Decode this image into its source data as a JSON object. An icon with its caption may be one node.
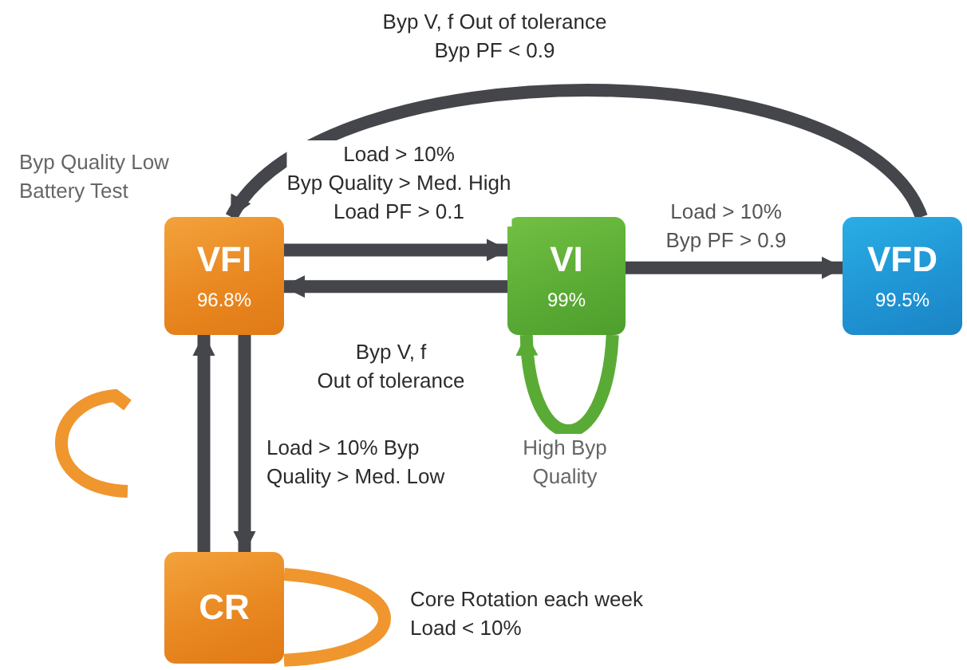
{
  "diagram": {
    "nodes": [
      {
        "text": [
          "VFI",
          "96.8%"
        ]
      },
      {
        "text": [
          "VI",
          "99%"
        ]
      },
      {
        "text": [
          "VFD",
          "99.5%"
        ]
      },
      {
        "text": [
          "CR"
        ]
      }
    ],
    "edges": [
      {
        "from": 2,
        "to": 0,
        "arrow": "to",
        "label": "Byp V, f Out of tolerance Byp PF < 0.9"
      },
      {
        "from": 0,
        "to": 1,
        "arrow": "to",
        "label": "Load > 10% Byp Quality > Med. High Load PF > 0.1"
      },
      {
        "from": 1,
        "to": 0,
        "arrow": "to",
        "label": "Byp V, f Out of tolerance"
      },
      {
        "from": 1,
        "to": 2,
        "arrow": "to",
        "label": "Load > 10% Byp PF > 0.9"
      },
      {
        "from": 1,
        "to": 1,
        "arrow": "to",
        "label": "High Byp Quality",
        "color": "#5aab35"
      },
      {
        "from": 3,
        "to": 0,
        "arrow": "to"
      },
      {
        "from": 0,
        "to": 3,
        "arrow": "to",
        "label": "Load > 10% Byp Quality > Med. Low"
      },
      {
        "from": 3,
        "to": 3,
        "arrow": "none",
        "label": "Core Rotation each week Load < 10%",
        "color": "#f0962e"
      }
    ],
    "labels": [
      "Byp Quality Low Battery Test"
    ]
  }
}
